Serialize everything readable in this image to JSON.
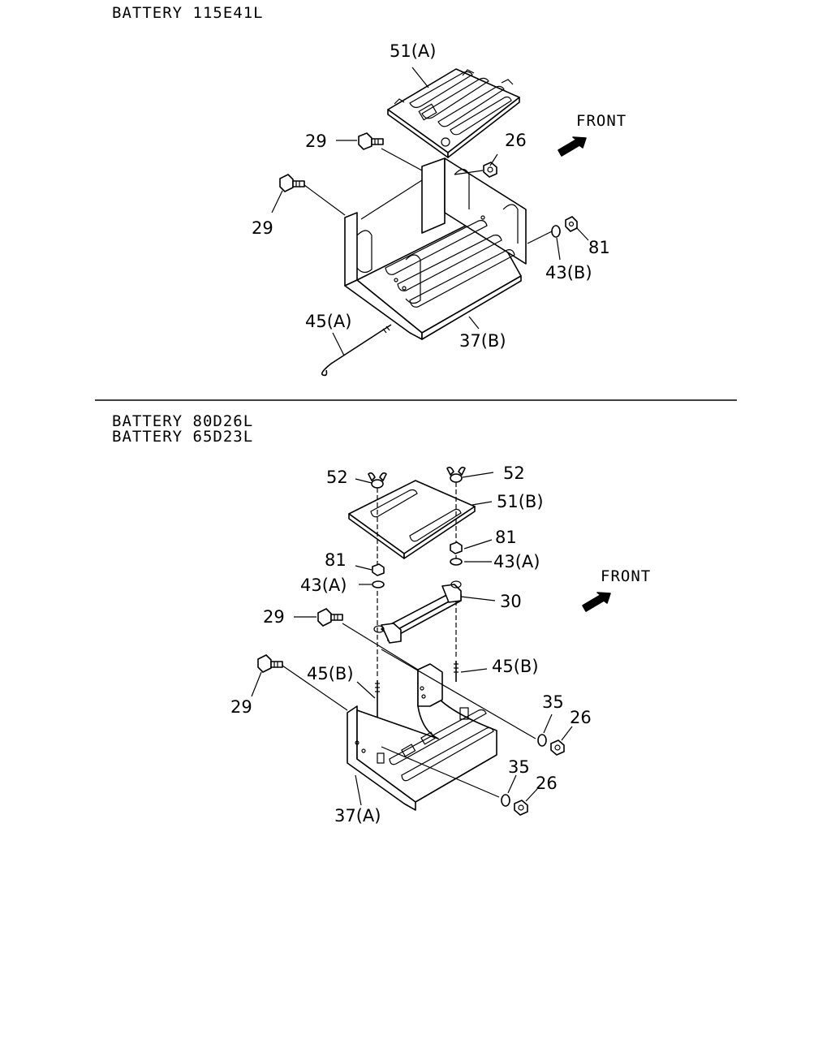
{
  "sections": [
    {
      "headers": [
        "BATTERY 115E41L"
      ],
      "front_label": "FRONT",
      "callouts": {
        "c_51a": "51(A)",
        "c_29a": "29",
        "c_26": "26",
        "c_29b": "29",
        "c_81": "81",
        "c_43b": "43(B)",
        "c_45a": "45(A)",
        "c_37b": "37(B)"
      }
    },
    {
      "headers": [
        "BATTERY 80D26L",
        "BATTERY 65D23L"
      ],
      "front_label": "FRONT",
      "callouts": {
        "c_52a": "52",
        "c_52b": "52",
        "c_51b": "51(B)",
        "c_81a": "81",
        "c_81b": "81",
        "c_43a1": "43(A)",
        "c_43a2": "43(A)",
        "c_30": "30",
        "c_29a": "29",
        "c_29b": "29",
        "c_45b1": "45(B)",
        "c_45b2": "45(B)",
        "c_35a": "35",
        "c_26a": "26",
        "c_35b": "35",
        "c_26b": "26",
        "c_37a": "37(A)"
      }
    }
  ]
}
